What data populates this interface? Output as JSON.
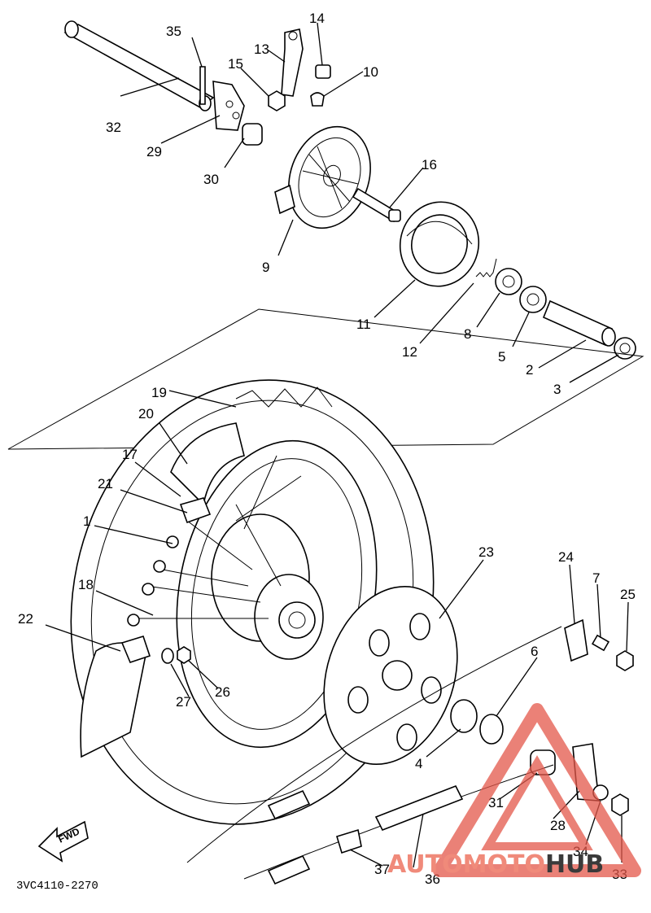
{
  "diagram": {
    "part_code": "3VC4110-2270",
    "direction_label": "FWD",
    "callouts": [
      {
        "id": "c1",
        "label": "1"
      },
      {
        "id": "c2",
        "label": "2"
      },
      {
        "id": "c3",
        "label": "3"
      },
      {
        "id": "c4",
        "label": "4"
      },
      {
        "id": "c5",
        "label": "5"
      },
      {
        "id": "c6",
        "label": "6"
      },
      {
        "id": "c7",
        "label": "7"
      },
      {
        "id": "c8",
        "label": "8"
      },
      {
        "id": "c9",
        "label": "9"
      },
      {
        "id": "c10",
        "label": "10"
      },
      {
        "id": "c11",
        "label": "11"
      },
      {
        "id": "c12",
        "label": "12"
      },
      {
        "id": "c13",
        "label": "13"
      },
      {
        "id": "c14",
        "label": "14"
      },
      {
        "id": "c15",
        "label": "15"
      },
      {
        "id": "c16",
        "label": "16"
      },
      {
        "id": "c17",
        "label": "17"
      },
      {
        "id": "c18",
        "label": "18"
      },
      {
        "id": "c19",
        "label": "19"
      },
      {
        "id": "c20",
        "label": "20"
      },
      {
        "id": "c21",
        "label": "21"
      },
      {
        "id": "c22",
        "label": "22"
      },
      {
        "id": "c23",
        "label": "23"
      },
      {
        "id": "c24",
        "label": "24"
      },
      {
        "id": "c25",
        "label": "25"
      },
      {
        "id": "c26",
        "label": "26"
      },
      {
        "id": "c27",
        "label": "27"
      },
      {
        "id": "c28",
        "label": "28"
      },
      {
        "id": "c29",
        "label": "29"
      },
      {
        "id": "c30",
        "label": "30"
      },
      {
        "id": "c31",
        "label": "31"
      },
      {
        "id": "c32",
        "label": "32"
      },
      {
        "id": "c33",
        "label": "33"
      },
      {
        "id": "c34",
        "label": "34"
      },
      {
        "id": "c35",
        "label": "35"
      },
      {
        "id": "c36",
        "label": "36"
      },
      {
        "id": "c37",
        "label": "37"
      }
    ]
  },
  "watermark": {
    "text_a": "AUTOMOTO",
    "text_b": "HUB",
    "color_a": "#f08a7a",
    "color_b": "#3a3a3a"
  }
}
